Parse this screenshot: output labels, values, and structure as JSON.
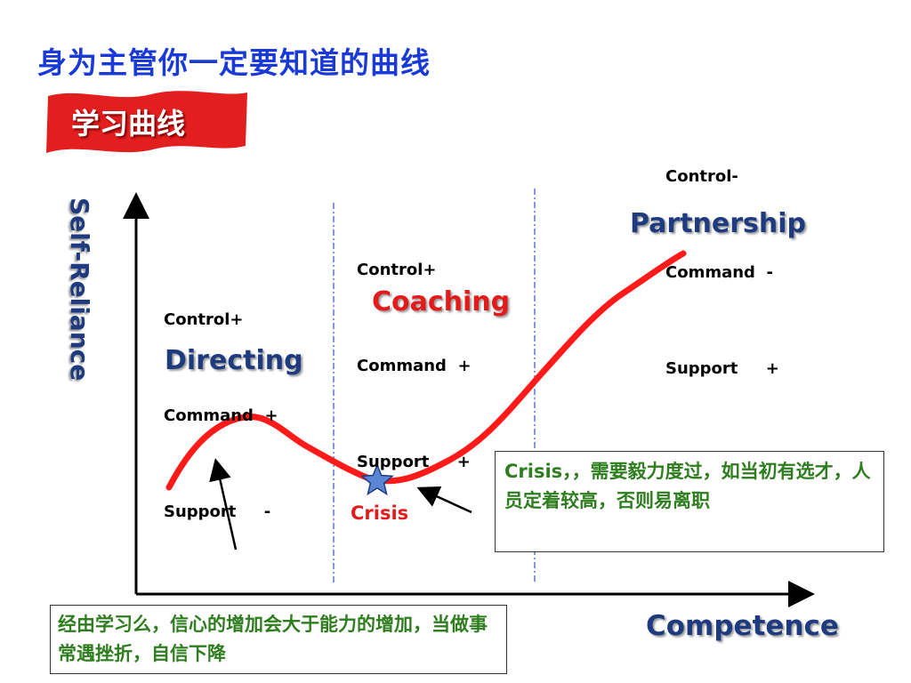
{
  "slide": {
    "title": "身为主管你一定要知道的曲线",
    "banner_label": "学习曲线"
  },
  "axes": {
    "y_label": "Self-Reliance",
    "x_label": "Competence"
  },
  "stages": [
    {
      "name": "Directing",
      "control": "Control+",
      "command": "Command  +",
      "support": "Support     -"
    },
    {
      "name": "Coaching",
      "control": "Control+",
      "command": "Command  +",
      "support": "Support     +"
    },
    {
      "name": "Partnership",
      "control": "Control-",
      "command": "Command  -",
      "support": "Support     +"
    }
  ],
  "crisis": {
    "label": "Crisis",
    "note": "Crisis，，需要毅力度过，如当初有选才，人员定着较高，否则易离职"
  },
  "learning_note": "经由学习么，信心的增加会大于能力的增加，当做事常遇挫折，自信下降",
  "colors": {
    "title": "#1a3ad8",
    "banner": "#e21e1e",
    "curve": "#ff1a1a",
    "stage_label": "#1f3b80",
    "coaching_label": "#e41b1b",
    "note_text": "#2e7d1e",
    "star": "#5b86d6",
    "divider": "#3355cc"
  }
}
